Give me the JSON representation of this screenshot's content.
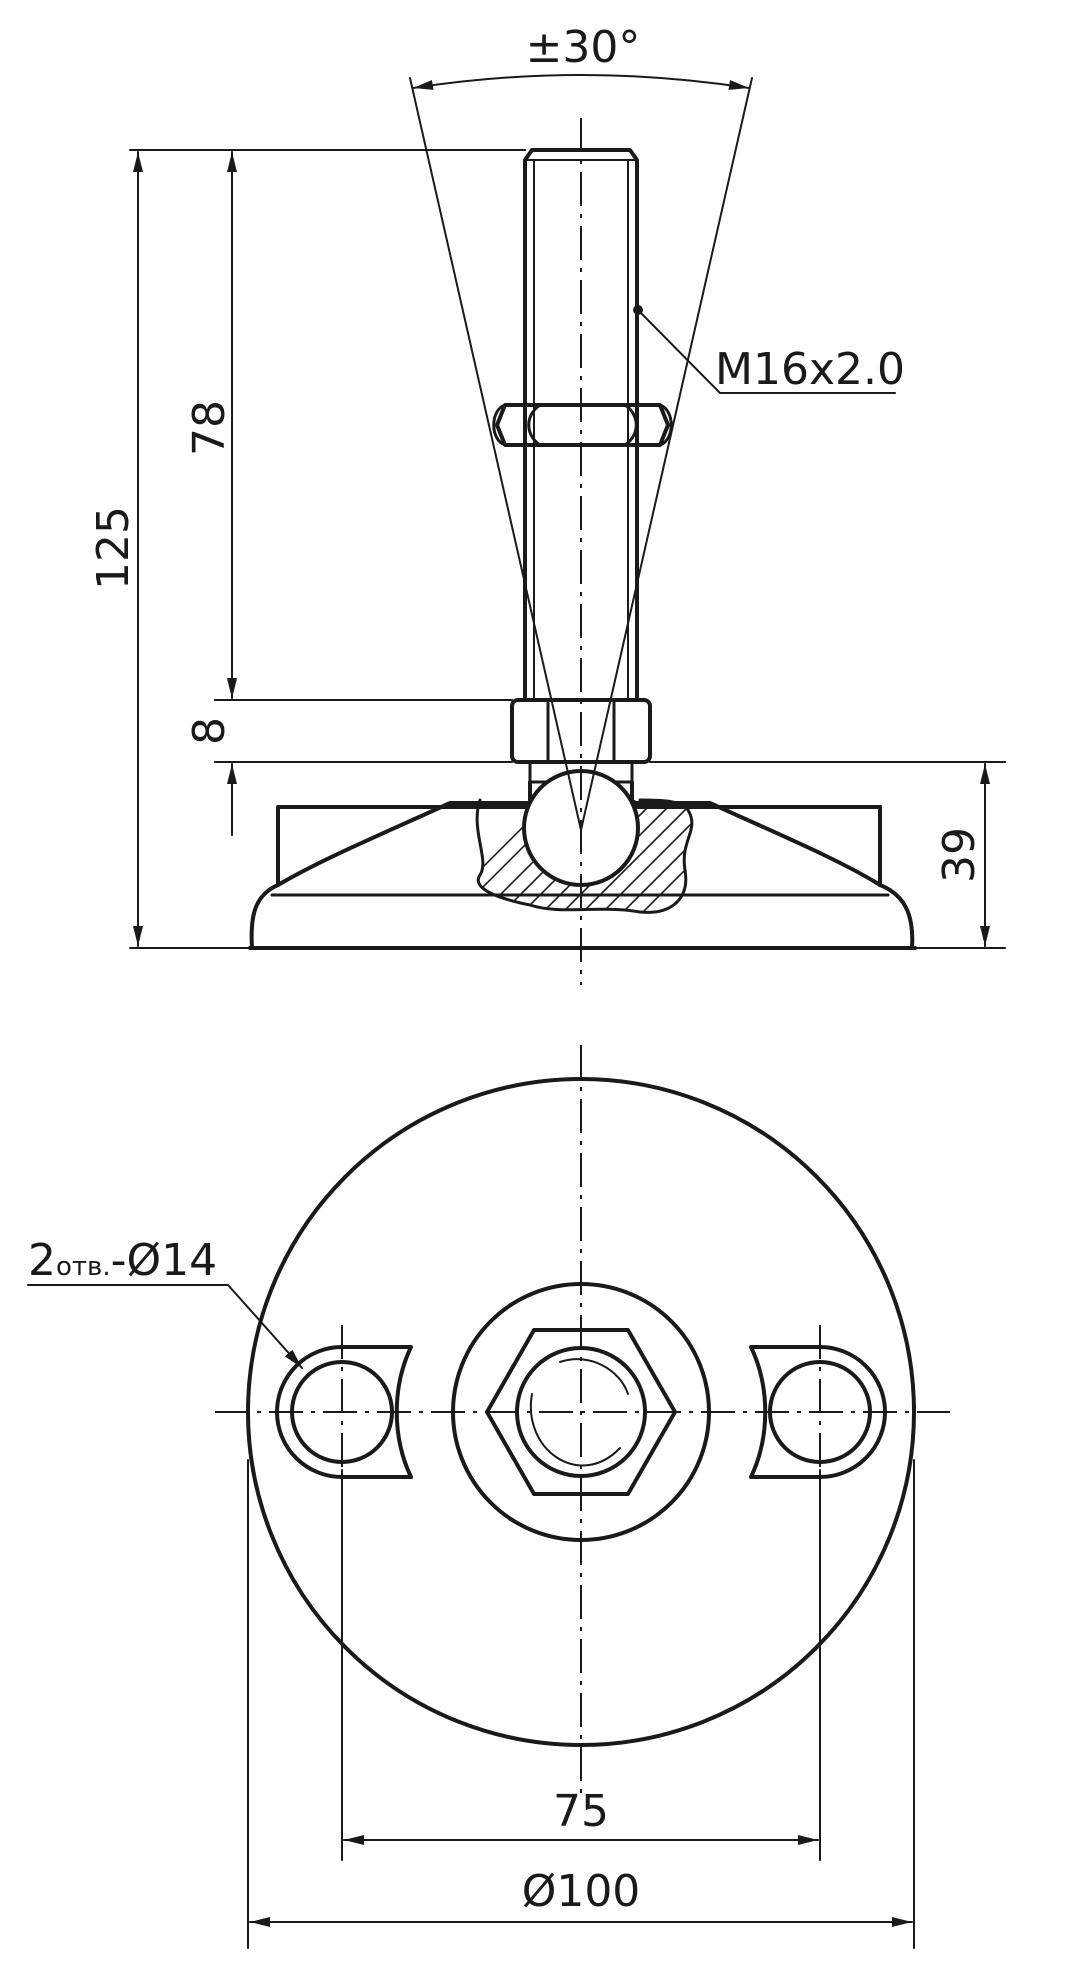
{
  "dimensions": {
    "angle": "±30°",
    "thread": "M16x2.0",
    "overall_height": "125",
    "thread_length": "78",
    "nut_height": "8",
    "base_height": "39",
    "holes_count": "2",
    "holes_abbr": "отв.",
    "holes_dia": "-Ø14",
    "hole_spacing": "75",
    "base_diameter": "Ø100"
  },
  "colors": {
    "line": "#1a1a1a",
    "background": "#ffffff"
  }
}
